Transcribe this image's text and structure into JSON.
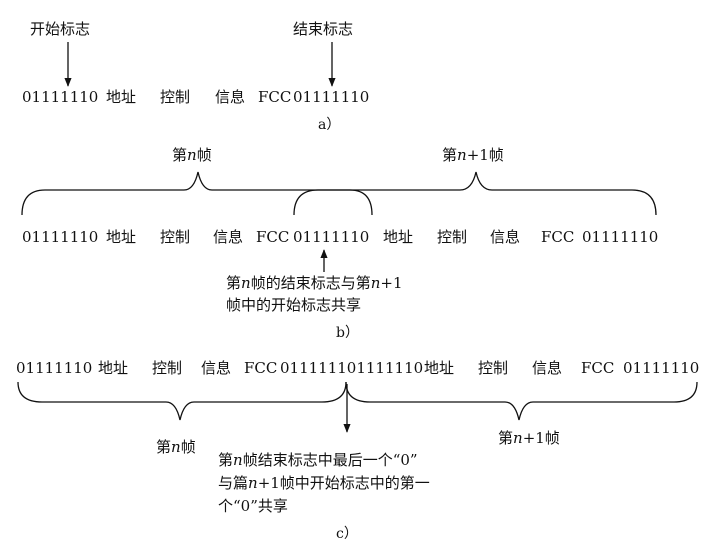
{
  "a": {
    "start_flag_label": "开始标志",
    "end_flag_label": "结束标志",
    "sequence": {
      "flag_open": "01111110",
      "address": "地址",
      "control": "控制",
      "info": "信息",
      "fcc": "FCC",
      "flag_close": "01111110"
    },
    "caption": "a）"
  },
  "b": {
    "frame_n": {
      "pre": "第",
      "var": "n",
      "post": "帧"
    },
    "frame_n1": {
      "pre": "第",
      "var": "n",
      "post": "+1帧"
    },
    "sequence": {
      "flag_1": "01111110",
      "address_1": "地址",
      "control_1": "控制",
      "info_1": "信息",
      "fcc_1": "FCC",
      "flag_shared": "01111110",
      "address_2": "地址",
      "control_2": "控制",
      "info_2": "信息",
      "fcc_2": "FCC",
      "flag_3": "01111110"
    },
    "note_line1": {
      "pre": "第",
      "var": "n",
      "post": "帧的结束标志与第",
      "var2": "n",
      "post2": "+1"
    },
    "note_line2": "帧中的开始标志共享",
    "caption": "b）"
  },
  "c": {
    "sequence": {
      "flag_1": "01111110",
      "address_1": "地址",
      "control_1": "控制",
      "info_1": "信息",
      "fcc_1": "FCC",
      "flags_merged": "011111101111110",
      "address_2": "地址",
      "control_2": "控制",
      "info_2": "信息",
      "fcc_2": "FCC",
      "flag_3": "01111110"
    },
    "frame_n": {
      "pre": "第",
      "var": "n",
      "post": "帧"
    },
    "frame_n1": {
      "pre": "第",
      "var": "n",
      "post": "+1帧"
    },
    "note_line1": {
      "pre": "第",
      "var": "n",
      "post": "帧结束标志中最后一个“0”"
    },
    "note_line2": {
      "pre": "与篇",
      "var": "n",
      "post": "+1帧中开始标志中的第一"
    },
    "note_line3": "个“0”共享",
    "caption": "c）"
  }
}
